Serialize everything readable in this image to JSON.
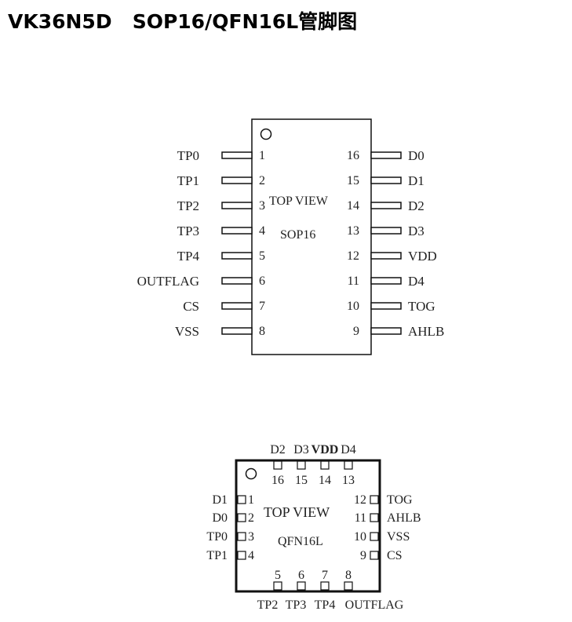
{
  "title": "VK36N5D   SOP16/QFN16L管脚图",
  "sop": {
    "view_label": "TOP VIEW",
    "package_label": "SOP16",
    "left_pins": [
      {
        "num": "1",
        "name": "TP0"
      },
      {
        "num": "2",
        "name": "TP1"
      },
      {
        "num": "3",
        "name": "TP2"
      },
      {
        "num": "4",
        "name": "TP3"
      },
      {
        "num": "5",
        "name": "TP4"
      },
      {
        "num": "6",
        "name": "OUTFLAG"
      },
      {
        "num": "7",
        "name": "CS"
      },
      {
        "num": "8",
        "name": "VSS"
      }
    ],
    "right_pins": [
      {
        "num": "16",
        "name": "D0"
      },
      {
        "num": "15",
        "name": "D1"
      },
      {
        "num": "14",
        "name": "D2"
      },
      {
        "num": "13",
        "name": "D3"
      },
      {
        "num": "12",
        "name": "VDD"
      },
      {
        "num": "11",
        "name": "D4"
      },
      {
        "num": "10",
        "name": "TOG"
      },
      {
        "num": "9",
        "name": "AHLB"
      }
    ]
  },
  "qfn": {
    "view_label": "TOP VIEW",
    "package_label": "QFN16L",
    "top_pins": [
      {
        "num": "16",
        "name": "D2"
      },
      {
        "num": "15",
        "name": "D3"
      },
      {
        "num": "14",
        "name": "VDD"
      },
      {
        "num": "13",
        "name": "D4"
      }
    ],
    "left_pins": [
      {
        "num": "1",
        "name": "D1"
      },
      {
        "num": "2",
        "name": "D0"
      },
      {
        "num": "3",
        "name": "TP0"
      },
      {
        "num": "4",
        "name": "TP1"
      }
    ],
    "right_pins": [
      {
        "num": "12",
        "name": "TOG"
      },
      {
        "num": "11",
        "name": "AHLB"
      },
      {
        "num": "10",
        "name": "VSS"
      },
      {
        "num": "9",
        "name": "CS"
      }
    ],
    "bottom_pins": [
      {
        "num": "5",
        "name": "TP2"
      },
      {
        "num": "6",
        "name": "TP3"
      },
      {
        "num": "7",
        "name": "TP4"
      },
      {
        "num": "8",
        "name": "OUTFLAG"
      }
    ]
  }
}
